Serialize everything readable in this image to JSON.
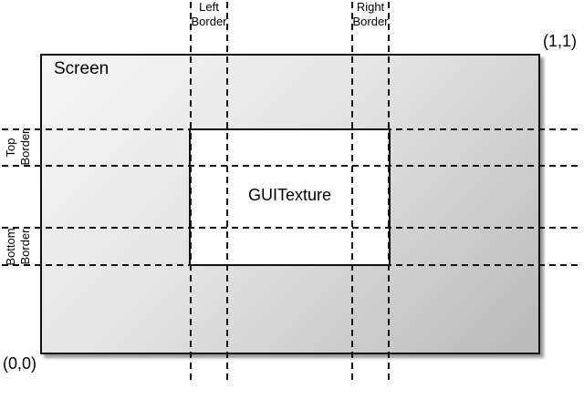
{
  "colors": {
    "background": "#ffffff",
    "screen_gradient_start": "#f7f7f7",
    "screen_gradient_end": "#b9b9b9",
    "texture_fill": "#ffffff",
    "line_color": "#111111",
    "text_color": "#000000"
  },
  "labels": {
    "screen": "Screen",
    "guitexture": "GUITexture",
    "left_border": {
      "line1": "Left",
      "line2": "Border"
    },
    "right_border": {
      "line1": "Right",
      "line2": "Border"
    },
    "top_border": {
      "line1": "Top",
      "line2": "Border"
    },
    "bottom_border": {
      "line1": "Bottom",
      "line2": "Border"
    },
    "corner_top_right": "(1,1)",
    "corner_bottom_left": "(0,0)"
  }
}
